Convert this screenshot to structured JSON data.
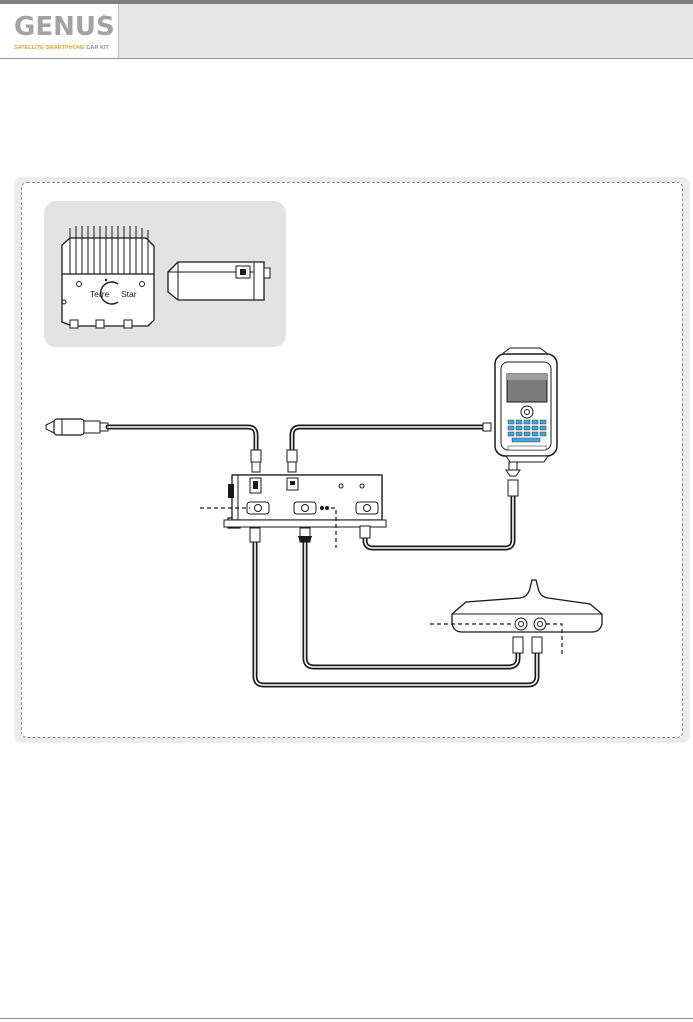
{
  "header": {
    "logo_text": "GENUS",
    "logo_trademark": "®",
    "tagline_colored": "SATELLITE SMARTPHONE",
    "tagline_plain": "CAR KIT"
  },
  "diagram": {
    "device_brand": "TerreStar"
  },
  "colors": {
    "accent_orange": "#f0a030",
    "logo_gray": "#a3a3a3",
    "header_bg": "#e6e6e6",
    "frame_bg": "#ececec",
    "cable": "#1f1f1f",
    "keypad_blue": "#3fa9e0"
  }
}
